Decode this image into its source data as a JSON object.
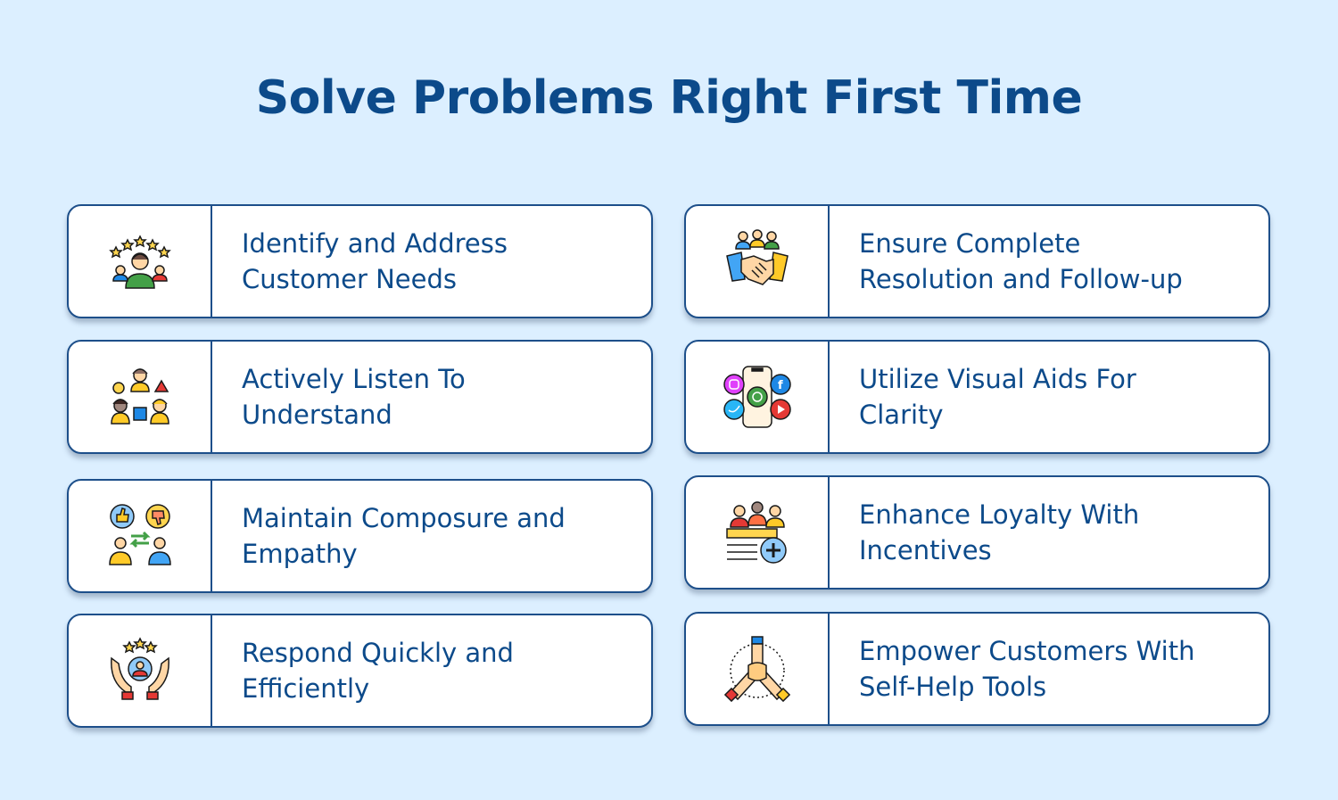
{
  "title": "Solve Problems Right First Time",
  "colors": {
    "background": "#dcefff",
    "title": "#0c4a8a",
    "card_border": "#1d4f8a",
    "card_text": "#0c4a8a"
  },
  "cards": [
    {
      "text": "Identify and Address Customer Needs",
      "lines": [
        "Identify and Address",
        "Customer Needs"
      ],
      "icon": "customer-rating-icon"
    },
    {
      "text": "Actively Listen To Understand",
      "lines": [
        "Actively Listen To",
        "Understand"
      ],
      "icon": "diverse-people-icon"
    },
    {
      "text": "Maintain Composure and Empathy",
      "lines": [
        "Maintain Composure and",
        "Empathy"
      ],
      "icon": "feedback-exchange-icon"
    },
    {
      "text": "Respond Quickly and Efficiently",
      "lines": [
        "Respond Quickly and",
        "Efficiently"
      ],
      "icon": "hands-care-icon"
    },
    {
      "text": "Ensure Complete Resolution and Follow-up",
      "lines": [
        "Ensure Complete",
        "Resolution and Follow-up"
      ],
      "icon": "handshake-icon"
    },
    {
      "text": "Utilize Visual Aids For Clarity",
      "lines": [
        "Utilize Visual Aids For",
        "Clarity"
      ],
      "icon": "social-media-phone-icon"
    },
    {
      "text": "Enhance Loyalty With Incentives",
      "lines": [
        "Enhance Loyalty With",
        "Incentives"
      ],
      "icon": "team-add-icon"
    },
    {
      "text": "Empower Customers With Self-Help Tools",
      "lines": [
        "Empower Customers With",
        "Self-Help Tools"
      ],
      "icon": "teamwork-hands-icon"
    }
  ]
}
